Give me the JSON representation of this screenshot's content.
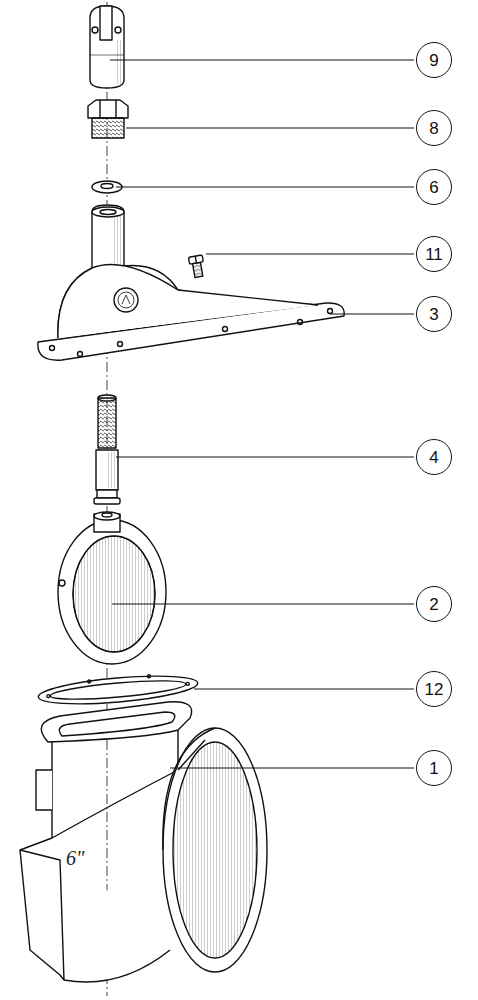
{
  "diagram": {
    "nodes": [
      {
        "text": [
          "9"
        ]
      },
      {
        "text": [
          "8"
        ]
      },
      {
        "text": [
          "6"
        ]
      },
      {
        "text": [
          "11"
        ]
      },
      {
        "text": [
          "3"
        ]
      },
      {
        "text": [
          "4"
        ]
      },
      {
        "text": [
          "2"
        ]
      },
      {
        "text": [
          "12"
        ]
      },
      {
        "text": [
          "1"
        ]
      }
    ],
    "labels": [
      "6\""
    ]
  }
}
